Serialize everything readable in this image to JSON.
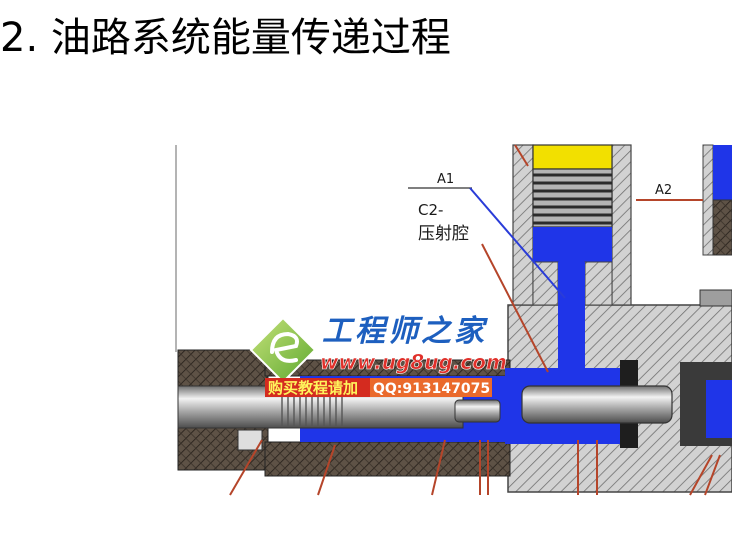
{
  "slide": {
    "title": "2. 油路系统能量传递过程"
  },
  "diagram": {
    "labels": {
      "a1": "A1",
      "c2": "C2-",
      "chamber": "压射腔",
      "a2": "A2"
    }
  },
  "watermark": {
    "site_name": "工程师之家",
    "url": "www.ug8ug.com",
    "promo": "购买教程请加",
    "contact": "QQ:913147075"
  },
  "colors": {
    "oil": "#1f35e8",
    "piston_cap": "#f2e000",
    "leader_line": "#b5452a"
  }
}
